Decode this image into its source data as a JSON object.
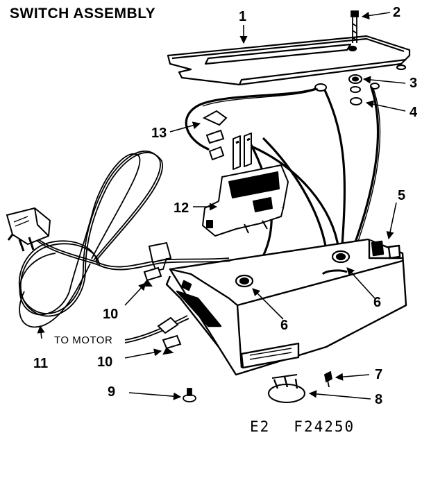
{
  "title": "SWITCH ASSEMBLY",
  "drawing_code": {
    "left": "E2",
    "right": "F24250"
  },
  "labels": {
    "to_motor": "TO MOTOR",
    "c1": "1",
    "c2": "2",
    "c3": "3",
    "c4": "4",
    "c5": "5",
    "c6a": "6",
    "c6b": "6",
    "c7": "7",
    "c8": "8",
    "c9": "9",
    "c10a": "10",
    "c10b": "10",
    "c11": "11",
    "c12": "12",
    "c13": "13"
  }
}
